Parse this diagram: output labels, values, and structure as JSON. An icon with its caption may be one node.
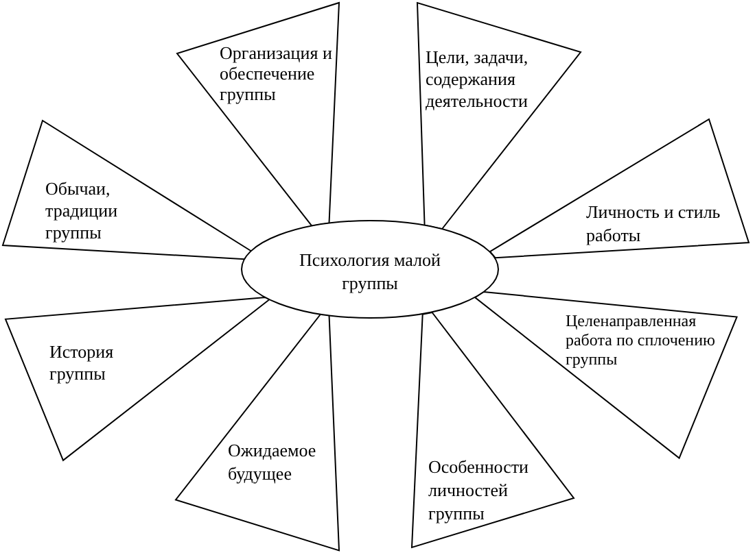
{
  "diagram": {
    "nodes": [
      {
        "text": [
          "Психология малой группы"
        ]
      },
      {
        "text": [
          "Организация и обеспечение группы"
        ]
      },
      {
        "text": [
          "Цели, задачи, содержания деятельности"
        ]
      },
      {
        "text": [
          "Обычаи, традиции группы"
        ]
      },
      {
        "text": [
          "Личность и стиль работы"
        ]
      },
      {
        "text": [
          "История группы"
        ]
      },
      {
        "text": [
          "Целенаправленная работа по сплочению группы"
        ]
      },
      {
        "text": [
          "Ожидаемое будущее"
        ]
      },
      {
        "text": [
          "Особенности личностей группы"
        ]
      }
    ]
  }
}
